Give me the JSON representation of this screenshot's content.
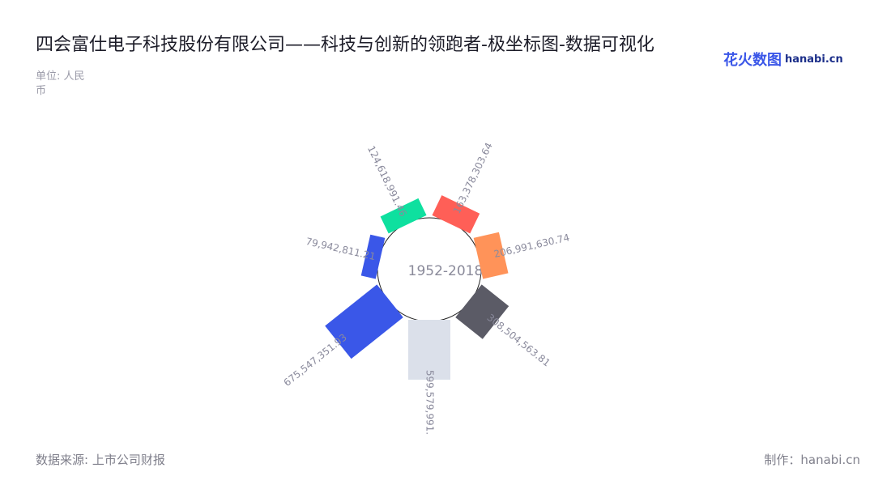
{
  "header": {
    "title": "四会富仕电子科技股份有限公司——科技与创新的领跑者-极坐标图-数据可视化",
    "unit": "单位: 人民币"
  },
  "logo": {
    "cn": "花火数图",
    "en": "hanabi.cn"
  },
  "footer": {
    "source": "数据来源: 上市公司财报",
    "maker": "制作：hanabi.cn"
  },
  "chart_data": {
    "type": "bar",
    "coordinate": "polar",
    "center_label": "1952-2018",
    "values": [
      163378303.64,
      206991630.74,
      308504563.81,
      599579991,
      675547351.93,
      79942811.21,
      124618991.46
    ],
    "labels": [
      "163,378,303.64",
      "206,991,630.74",
      "308,504,563.81",
      "599,579,991.",
      "675,547,351.93",
      "79,942,811.21",
      "124,618,991.46"
    ],
    "colors": [
      "#ff5f57",
      "#ff9359",
      "#5b5b66",
      "#dbe0ea",
      "#3a57e8",
      "#3a57e8",
      "#0ee09f"
    ]
  }
}
